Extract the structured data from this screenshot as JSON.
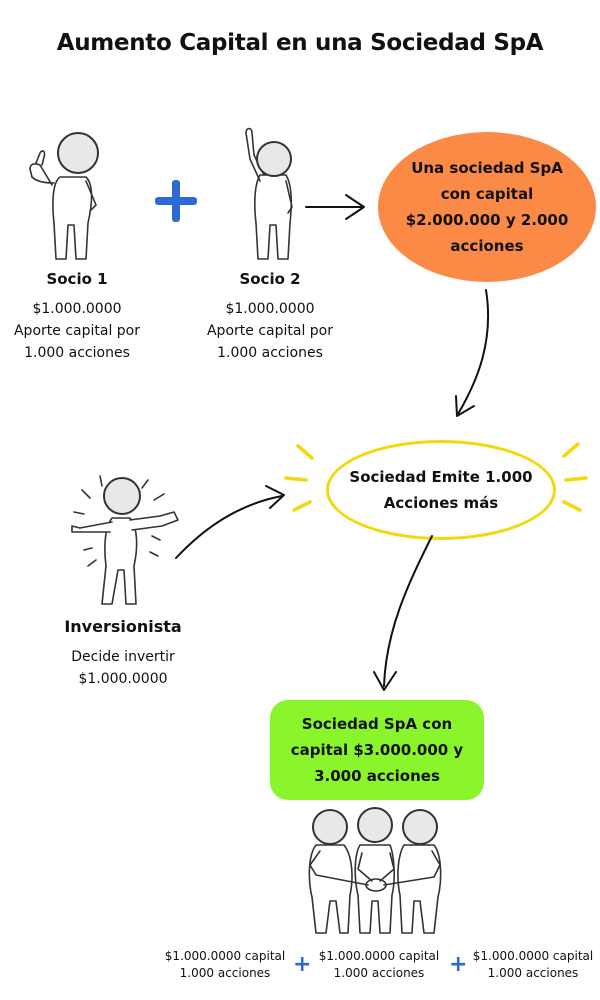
{
  "title": "Aumento Capital en una Sociedad SpA",
  "socio1": {
    "name": "Socio 1",
    "amount": "$1.000.0000",
    "line1": "Aporte capital por",
    "line2": "1.000 acciones"
  },
  "socio2": {
    "name": "Socio 2",
    "amount": "$1.000.0000",
    "line1": "Aporte capital por",
    "line2": "1.000 acciones"
  },
  "initial": {
    "line1": "Una sociedad SpA",
    "line2": "con capital",
    "line3": "$2.000.000 y 2.000",
    "line4": "acciones"
  },
  "emission": {
    "line1": "Sociedad Emite 1.000",
    "line2": "Acciones más"
  },
  "investor": {
    "name": "Inversionista",
    "line1": "Decide invertir",
    "line2": "$1.000.0000"
  },
  "result": {
    "line1": "Sociedad SpA con",
    "line2": "capital $3.000.000 y",
    "line3": "3.000 acciones"
  },
  "bottom": [
    {
      "line1": "$1.000.0000 capital",
      "line2": "1.000 acciones"
    },
    {
      "line1": "$1.000.0000 capital",
      "line2": "1.000 acciones"
    },
    {
      "line1": "$1.000.0000 capital",
      "line2": "1.000 acciones"
    }
  ],
  "plus_symbol": "+",
  "colors": {
    "orange": "#fb8a46",
    "yellow": "#f4d80a",
    "green": "#8af52a",
    "blue": "#2d6ad8",
    "burst": "#f5a623"
  },
  "icons": [
    "thumbs-up-person-icon",
    "raised-hand-person-icon",
    "excited-person-icon",
    "team-hands-together-icon",
    "plus-icon",
    "arrow-icon"
  ]
}
